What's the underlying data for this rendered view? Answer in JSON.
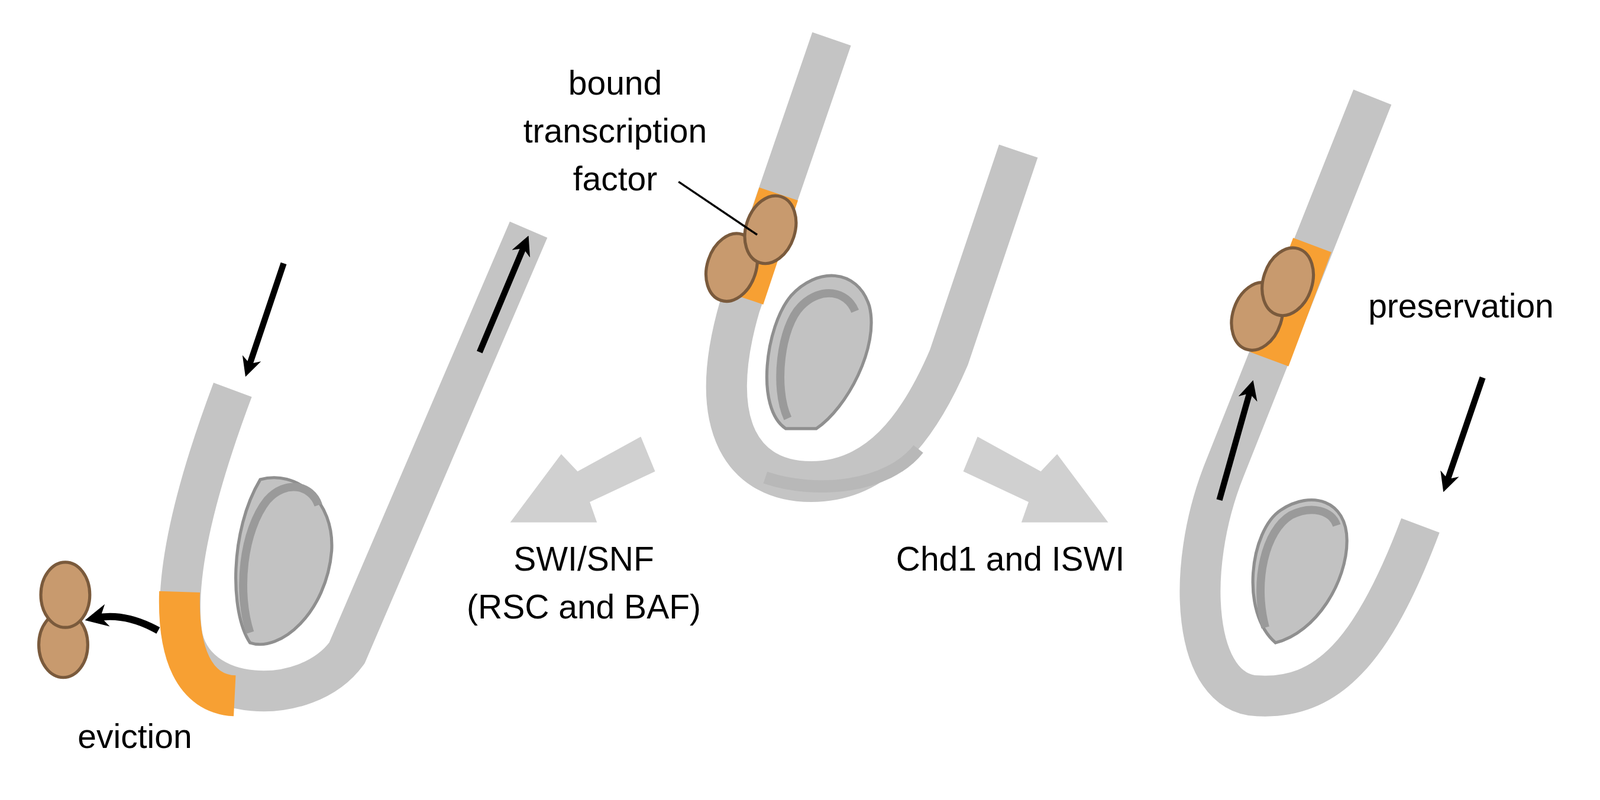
{
  "diagram": {
    "labels": [
      "bound transcription factor",
      "preservation",
      "SWI/SNF (RSC and BAF)",
      "Chd1 and ISWI",
      "eviction"
    ]
  }
}
